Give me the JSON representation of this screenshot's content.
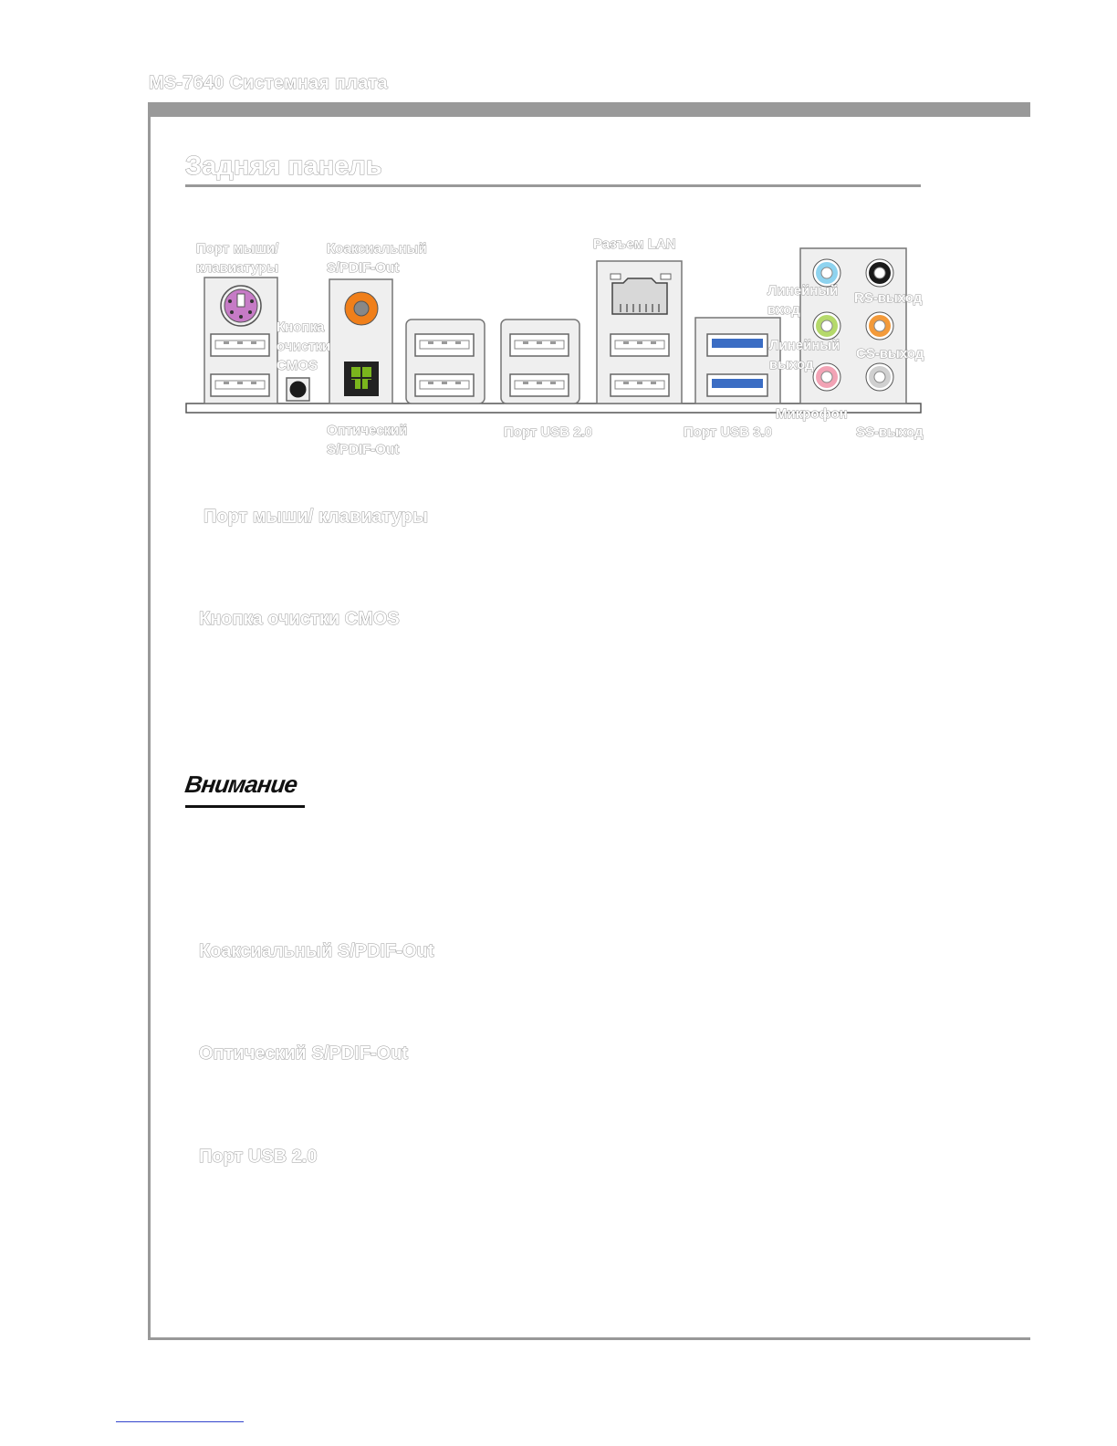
{
  "header": {
    "text": "MS-7640 Системная плата"
  },
  "page_title": "Задняя панель",
  "panel_labels": {
    "mouse_keyboard": [
      "Порт мыши/",
      "клавиатуры"
    ],
    "clear_cmos": [
      "Кнопка",
      "очистки",
      "CMOS"
    ],
    "coaxial": [
      "Коаксиальный",
      "S/PDIF-Out"
    ],
    "optical": [
      "Оптический",
      "S/PDIF-Out"
    ],
    "lan": "Разъем LAN",
    "usb20": "Порт USB 2.0",
    "usb30": "Порт USB 3.0",
    "line_in": [
      "Линейный",
      "вход"
    ],
    "rs_out": "RS-выход",
    "line_out": [
      "Линейный",
      "выход"
    ],
    "cs_out": "CS-выход",
    "mic": "Микрофон",
    "ss_out": "SS-выход"
  },
  "colors": {
    "ps2": "#c67bc6",
    "coax": "#f07f1a",
    "optical": "#7ab51d",
    "usb3": "#3b6dc4",
    "jack_line_in": "#8ed3ef",
    "jack_rs": "#1a1a1a",
    "jack_line_out": "#b5d96b",
    "jack_cs": "#f39a3a",
    "jack_mic": "#f2a3b5",
    "jack_ss": "#d0d0d0"
  },
  "sections": {
    "mouse_keyboard": "Порт мыши/ клавиатуры",
    "clear_cmos": "Кнопка очистки CMOS",
    "attention": "Внимание",
    "coaxial": "Коаксиальный S/PDIF-Out",
    "optical": "Оптический S/PDIF-Out",
    "usb20": "Порт USB 2.0"
  }
}
